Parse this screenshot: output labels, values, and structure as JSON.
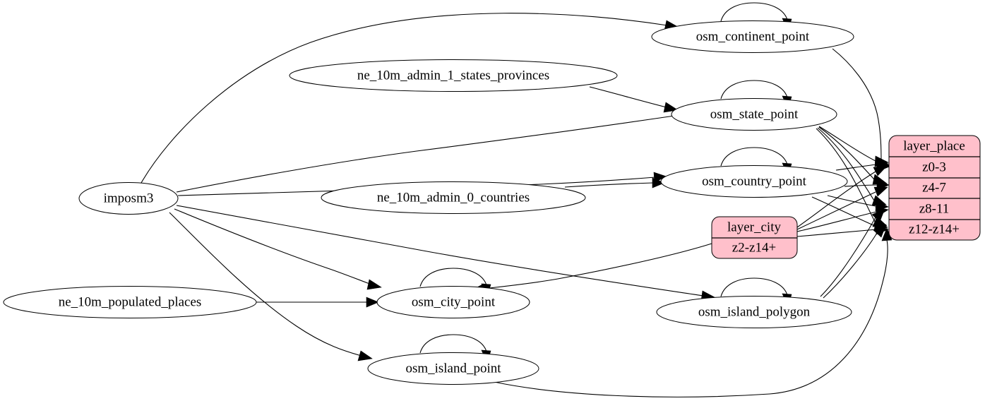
{
  "graph": {
    "background_color": "#ffffff",
    "edge_color": "#000000",
    "node_fill": "#ffffff",
    "node_stroke": "#000000",
    "table_fill": "#ffc0cb",
    "table_stroke": "#000000"
  },
  "nodes": {
    "imposm3": {
      "label": "imposm3"
    },
    "ne_states": {
      "label": "ne_10m_admin_1_states_provinces"
    },
    "ne_countries": {
      "label": "ne_10m_admin_0_countries"
    },
    "ne_populated": {
      "label": "ne_10m_populated_places"
    },
    "osm_continent_point": {
      "label": "osm_continent_point"
    },
    "osm_state_point": {
      "label": "osm_state_point"
    },
    "osm_country_point": {
      "label": "osm_country_point"
    },
    "osm_city_point": {
      "label": "osm_city_point"
    },
    "osm_island_point": {
      "label": "osm_island_point"
    },
    "osm_island_polygon": {
      "label": "osm_island_polygon"
    }
  },
  "tables": {
    "layer_place": {
      "title": "layer_place",
      "rows": [
        "z0-3",
        "z4-7",
        "z8-11",
        "z12-z14+"
      ]
    },
    "layer_city": {
      "title": "layer_city",
      "rows": [
        "z2-z14+"
      ]
    }
  }
}
